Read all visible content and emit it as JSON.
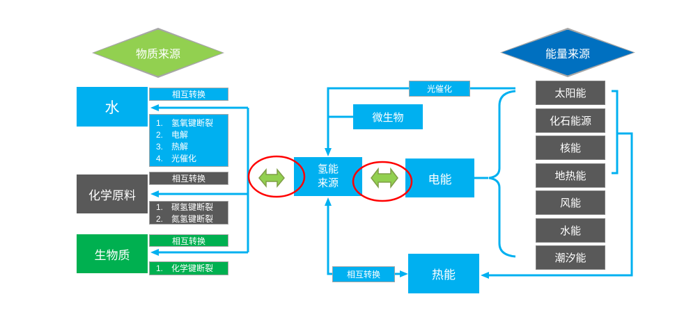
{
  "diamonds": {
    "material_source": "物质来源",
    "energy_source": "能量来源"
  },
  "material_groups": [
    {
      "title": "水",
      "converter_label": "相互转换",
      "methods": [
        {
          "num": "1.",
          "label": "氢氧键断裂"
        },
        {
          "num": "2.",
          "label": "电解"
        },
        {
          "num": "3.",
          "label": "热解"
        },
        {
          "num": "4.",
          "label": "光催化"
        }
      ]
    },
    {
      "title": "化学原料",
      "converter_label": "相互转换",
      "methods": [
        {
          "num": "1.",
          "label": "碳氢键断裂"
        },
        {
          "num": "2.",
          "label": "氮氢键断裂"
        }
      ]
    },
    {
      "title": "生物质",
      "converter_label": "相互转换",
      "methods": [
        {
          "num": "1.",
          "label": "化学键断裂"
        }
      ]
    }
  ],
  "center": {
    "hydrogen_source_line1": "氢能",
    "hydrogen_source_line2": "来源",
    "microbe": "微生物",
    "photocatalysis_label": "光催化",
    "electric_energy": "电能",
    "thermal_energy": "热能",
    "thermal_converter_label": "相互转换"
  },
  "energy_sources": [
    "太阳能",
    "化石能源",
    "核能",
    "地热能",
    "风能",
    "水能",
    "潮汐能"
  ],
  "colors": {
    "bright_blue": "#00B0F0",
    "dark_gray": "#595959",
    "green": "#00B050",
    "diamond_green": "#92D050",
    "diamond_blue": "#0070C0",
    "connector_blue": "#00B0F0",
    "highlight_red": "#FF0000",
    "double_arrow_green": "#92D050"
  }
}
